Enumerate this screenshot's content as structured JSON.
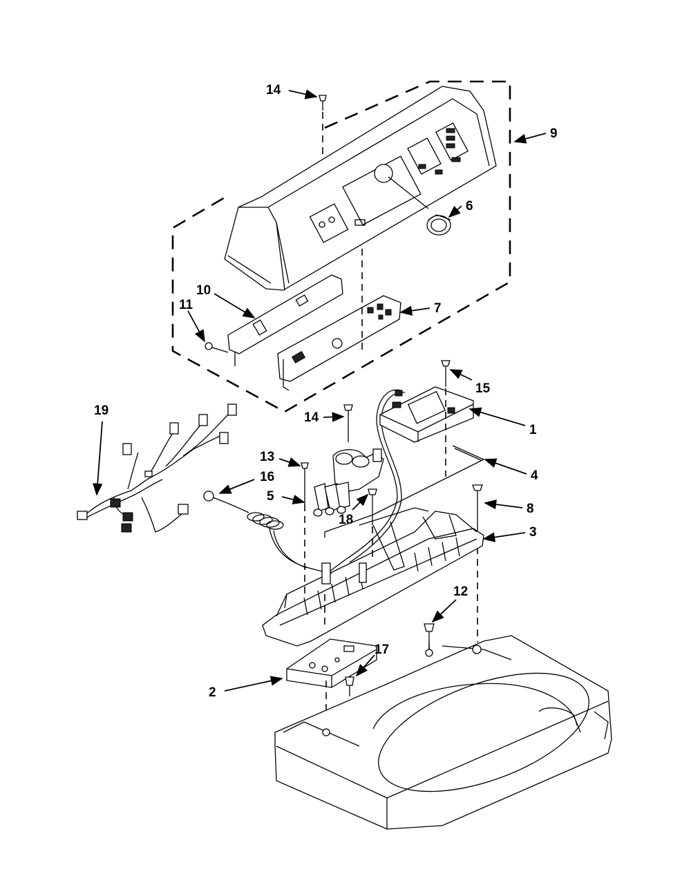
{
  "callouts": [
    {
      "id": "c1",
      "text": "1"
    },
    {
      "id": "c2",
      "text": "2"
    },
    {
      "id": "c3",
      "text": "3"
    },
    {
      "id": "c4",
      "text": "4"
    },
    {
      "id": "c5",
      "text": "5"
    },
    {
      "id": "c6",
      "text": "6"
    },
    {
      "id": "c7",
      "text": "7"
    },
    {
      "id": "c8",
      "text": "8"
    },
    {
      "id": "c9",
      "text": "9"
    },
    {
      "id": "c10",
      "text": "10"
    },
    {
      "id": "c11",
      "text": "11"
    },
    {
      "id": "c12",
      "text": "12"
    },
    {
      "id": "c13",
      "text": "13"
    },
    {
      "id": "c14a",
      "text": "14"
    },
    {
      "id": "c14b",
      "text": "14"
    },
    {
      "id": "c15",
      "text": "15"
    },
    {
      "id": "c16",
      "text": "16"
    },
    {
      "id": "c17",
      "text": "17"
    },
    {
      "id": "c18",
      "text": "18"
    },
    {
      "id": "c19",
      "text": "19"
    }
  ]
}
